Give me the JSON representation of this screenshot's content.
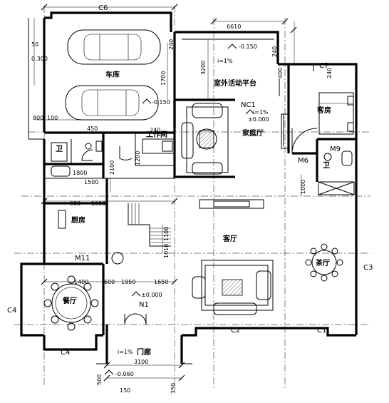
{
  "rooms": {
    "garage": "车库",
    "outdoor_terrace": "室外活动平台",
    "family_hall": "家庭厅",
    "guest_room": "客房",
    "work_room": "工作间",
    "bath_left": "卫",
    "bath_right": "卫",
    "kitchen": "厨房",
    "living": "客厅",
    "dining": "餐厅",
    "dining_right": "茶厅",
    "entrance": "门廊"
  },
  "labels": {
    "c6": "C6",
    "c7": "C7",
    "c4a": "C4",
    "c4b": "C4",
    "c3": "C3",
    "c2": "C2",
    "c1": "C1",
    "nc1": "NC1",
    "m6": "M6",
    "m9": "M9",
    "m11": "M11",
    "n1": "N1",
    "slope1": "i=1%",
    "slope2": "i=1%",
    "slope3": "i=1%",
    "elev_terrace": "-0.150",
    "elev_garage": "-0.150",
    "elev_family": "±0.000",
    "elev_main": "±0.000",
    "elev_entry": "-0.060"
  },
  "dims": {
    "d6610": "6610",
    "d3200": "3200",
    "d240a": "240",
    "d240b": "240",
    "d240c": "240",
    "d240d": "240",
    "d1700": "1700",
    "d300": "0.300",
    "d50": "50",
    "d800": "800",
    "d100": "100",
    "d450": "450",
    "d2100": "2100",
    "d1200": "1200",
    "d1800": "1800",
    "d1500": "1500",
    "d900": "900",
    "d1000": "1000",
    "d1100": "1100",
    "d1010": "1010",
    "d1650": "1650",
    "d1950": "1950",
    "d600": "600",
    "d1400": "1400",
    "d3100": "3100",
    "d500": "500",
    "d350": "350",
    "d150": "150",
    "d400": "400",
    "d1000b": "1000"
  }
}
